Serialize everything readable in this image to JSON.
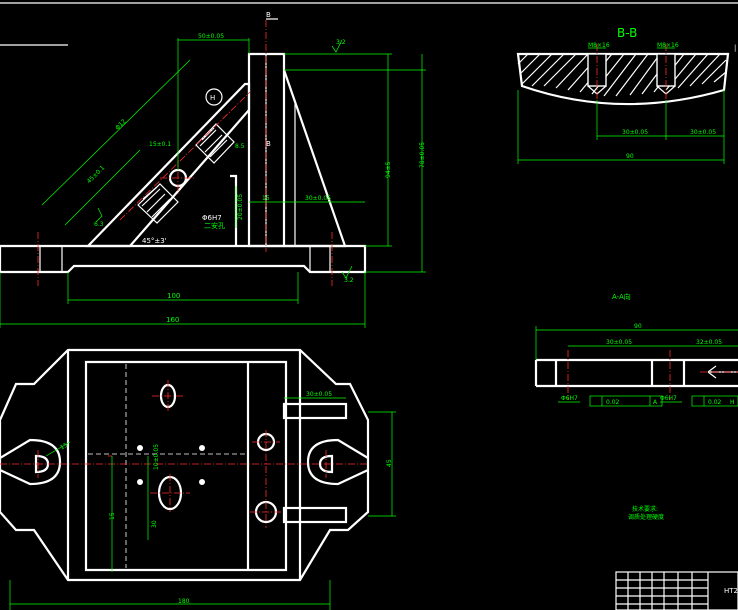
{
  "section_bb": {
    "label": "B-B"
  },
  "section_aa": {
    "label": "A-A向"
  },
  "marks": {
    "b_top": "B",
    "b_bottom": "B",
    "circle_h": "H",
    "fit": "Φ6H7",
    "note": "二安孔",
    "angle": "45°±3'",
    "corner": "|"
  },
  "front_view": {
    "dim_100": "100",
    "dim_160": "160",
    "dim_small_a": "20±0.05",
    "dim_slant": "Φ12",
    "dim_slant2": "45±0.1",
    "dim_top": "50±0.05",
    "dim_right_h": "94±5",
    "dim_right_h2": "78±0.05",
    "dim_base_a": "15",
    "dim_base_b": "30±0.05",
    "dim_mid": "15±0.1",
    "roughness_top": "3.2",
    "roughness_bottom": "3.2",
    "roughness_angle": "6.3",
    "dim_h2": "20±0.05",
    "dim_small_b": "8.5"
  },
  "section_bb_dims": {
    "left": "M8×16",
    "right": "M8×16",
    "a": "30±0.05",
    "b": "30±0.05",
    "total": "90"
  },
  "section_aa_dims": {
    "total": "90",
    "a": "30±0.05",
    "b": "32±0.05",
    "left_tol": "Φ6H7",
    "right_tol": "Φ6H7",
    "box1": "0.02",
    "box2": "0.02",
    "box1b": "A",
    "box2b": "H"
  },
  "top_view": {
    "dim_right": "30±0.05",
    "dim_right_v": "45",
    "dim_total": "180",
    "dim_l1": "10±0.05",
    "dim_l2": "15",
    "dim_l3": "30",
    "dim_circle": "15"
  },
  "notes": {
    "line1": "技术要求:",
    "line2": "调质处理硬度"
  },
  "title_block": {
    "code": "HT2"
  }
}
